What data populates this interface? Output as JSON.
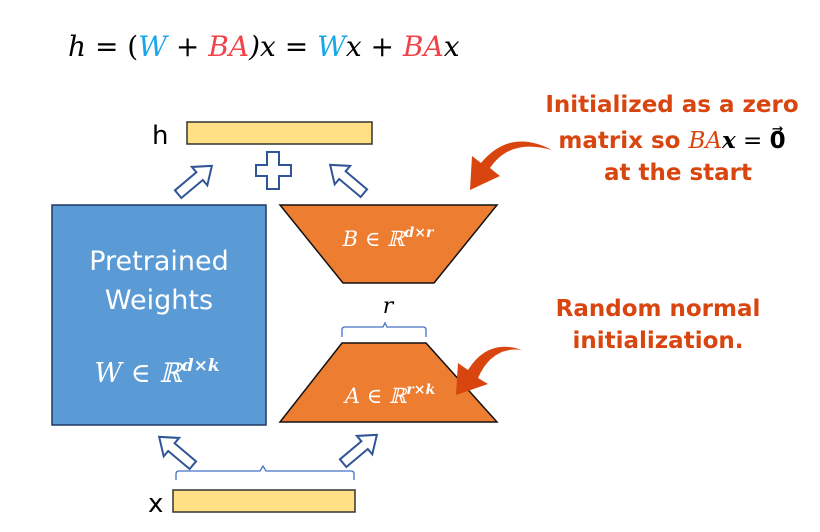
{
  "equation": {
    "h": "h",
    "eq1": " = (",
    "W1": "W",
    "plus1": " + ",
    "BA1": "BA",
    "close": ")x = ",
    "W2": "W",
    "x2": "x + ",
    "BA2": "BA",
    "x3": "x"
  },
  "labels": {
    "h": "h",
    "x": "x",
    "r": "r",
    "pretrained_line1": "Pretrained",
    "pretrained_line2": "Weights",
    "W_base": "W ∈ ℝ",
    "W_sup": "d×k",
    "B_base": "B ∈ ℝ",
    "B_sup": "d×r",
    "A_base": "A ∈ ℝ",
    "A_sup": "r×k"
  },
  "annotations": {
    "zero_init": {
      "line1": "Initialized as a zero",
      "line2_text": "matrix so ",
      "line2_math": "BA",
      "line2_x": "x",
      "line2_eq": " = ",
      "line2_zero": "0⃗",
      "line3": "at the start"
    },
    "random_init": {
      "line1": "Random normal",
      "line2": "initialization."
    }
  },
  "colors": {
    "W": "#19a7e8",
    "BA": "#f0434a",
    "pretrained": "#5b9bd5",
    "lora": "#ed7d31",
    "vector": "#ffe084",
    "annotation": "#d8450f",
    "arrow_outline": "#2f5597"
  }
}
